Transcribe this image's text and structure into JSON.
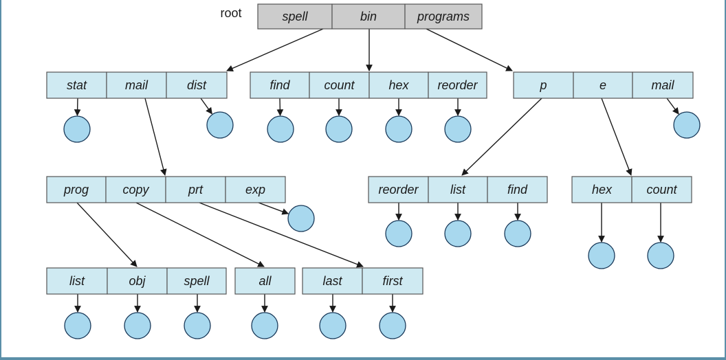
{
  "root_label": "root",
  "colors": {
    "cell_fill": "#cfeaf2",
    "root_cell_fill": "#cccccc",
    "leaf_fill": "#a8d8ee",
    "frame": "#5b8fa8"
  },
  "directories": [
    {
      "id": "root",
      "entries": [
        "spell",
        "bin",
        "programs"
      ]
    },
    {
      "id": "spell-dir",
      "entries": [
        "stat",
        "mail",
        "dist"
      ]
    },
    {
      "id": "bin-dir",
      "entries": [
        "find",
        "count",
        "hex",
        "reorder"
      ]
    },
    {
      "id": "programs-dir",
      "entries": [
        "p",
        "e",
        "mail"
      ]
    },
    {
      "id": "mail-dir",
      "entries": [
        "prog",
        "copy",
        "prt",
        "exp"
      ]
    },
    {
      "id": "p-dir",
      "entries": [
        "reorder",
        "list",
        "find"
      ]
    },
    {
      "id": "e-dir",
      "entries": [
        "hex",
        "count"
      ]
    },
    {
      "id": "prog-dir",
      "entries": [
        "list",
        "obj",
        "spell"
      ]
    },
    {
      "id": "copy-dir",
      "entries": [
        "all"
      ]
    },
    {
      "id": "prt-dir",
      "entries": [
        "last",
        "first"
      ]
    }
  ]
}
